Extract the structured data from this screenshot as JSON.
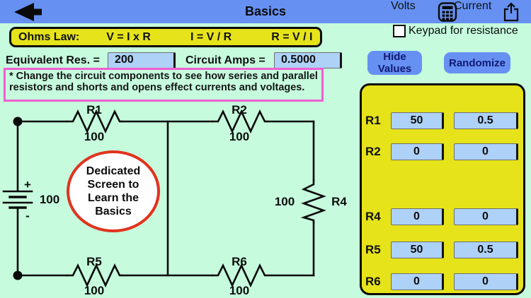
{
  "header": {
    "title": "Basics"
  },
  "toolbar": {
    "keypad_label": "Keypad for resistance"
  },
  "ohms_law": {
    "label": "Ohms Law:",
    "formula_v": "V = I x R",
    "formula_i": "I = V / R",
    "formula_r": "R = V / I"
  },
  "controls": {
    "equivalent_res_label": "Equivalent Res. =",
    "equivalent_res_value": "200",
    "circuit_amps_label": "Circuit Amps =",
    "circuit_amps_value": "0.5000",
    "hide_values_label": "Hide Values",
    "randomize_label": "Randomize"
  },
  "note": {
    "text": "* Change the circuit components to see how series and parallel resistors and shorts and opens effect currents and voltages."
  },
  "circuit": {
    "center_note": "Dedicated Screen to Learn the Basics",
    "battery": {
      "plus": "+",
      "minus": "-",
      "value": "100"
    },
    "resistors": [
      {
        "name": "R1",
        "value": "100"
      },
      {
        "name": "R2",
        "value": "100"
      },
      {
        "name": "R4",
        "value": "100"
      },
      {
        "name": "R5",
        "value": "100"
      },
      {
        "name": "R6",
        "value": "100"
      }
    ]
  },
  "table": {
    "headers": {
      "volts": "Volts",
      "current": "Current"
    },
    "rows": [
      {
        "name": "R1",
        "volts": "50",
        "current": "0.5"
      },
      {
        "name": "R2",
        "volts": "0",
        "current": "0"
      },
      {
        "name": "R4",
        "volts": "0",
        "current": "0"
      },
      {
        "name": "R5",
        "volts": "50",
        "current": "0.5"
      },
      {
        "name": "R6",
        "volts": "0",
        "current": "0"
      }
    ]
  },
  "colors": {
    "topbar_blue": "#6691f2",
    "background_mint": "#c6fbdd",
    "panel_yellow": "#e6e31a",
    "input_blue": "#aed1f7",
    "note_border_pink": "#ee5fd0",
    "circle_red": "#e2321e",
    "button_text_navy": "#121a74"
  }
}
